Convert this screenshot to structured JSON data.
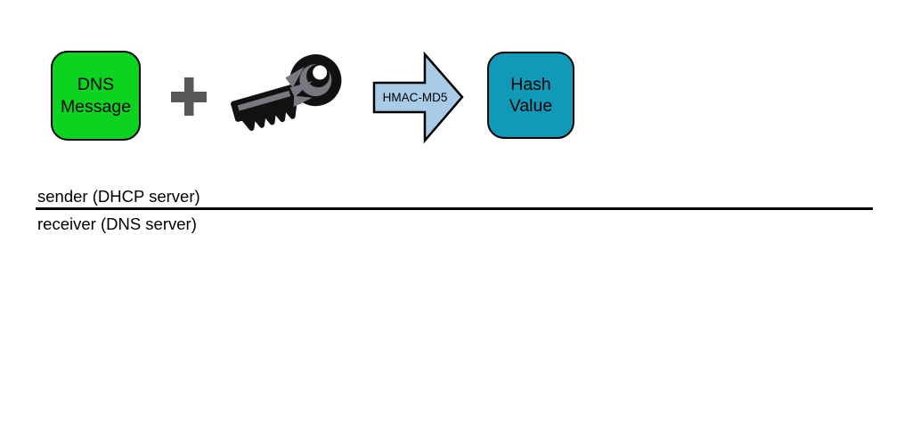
{
  "diagram": {
    "dns_box": {
      "label": "DNS Message"
    },
    "plus_icon": {
      "glyph": "+"
    },
    "key_icon": {
      "name": "secret-key"
    },
    "arrow": {
      "label": "HMAC-MD5"
    },
    "hash_box": {
      "label": "Hash Value"
    },
    "sender_label": "sender (DHCP server)",
    "receiver_label": "receiver (DNS server)",
    "colors": {
      "dns_box_fill": "#0bd320",
      "hash_box_fill": "#119ab8",
      "arrow_fill": "#a8cbe8",
      "plus_gray": "#58585a",
      "key_black": "#111111",
      "key_gray": "#787880",
      "outline": "#000000",
      "background": "#ffffff"
    }
  }
}
